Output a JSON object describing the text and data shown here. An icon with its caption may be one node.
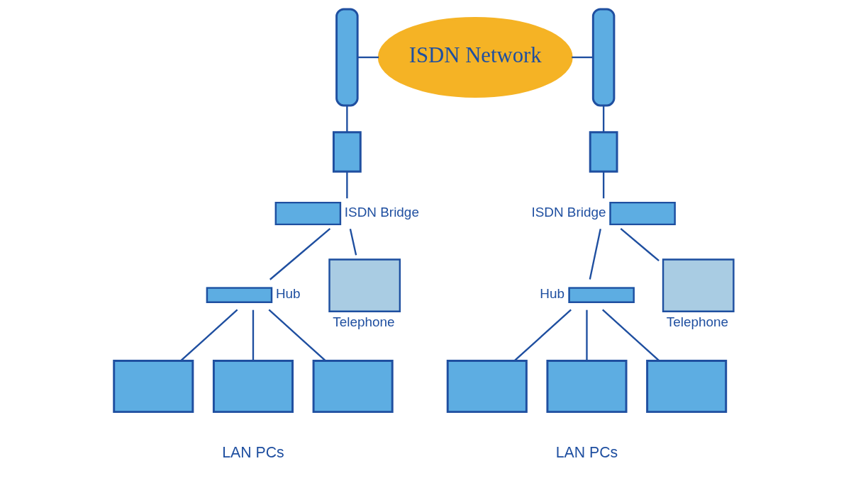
{
  "diagram": {
    "nodes": [
      {
        "text": [
          "ISDN Network"
        ]
      },
      {
        "text": [],
        "shape": "bar"
      },
      {
        "text": [],
        "shape": "bar"
      },
      {
        "text": [],
        "shape": "box"
      },
      {
        "text": [],
        "shape": "box"
      },
      {
        "text": [],
        "shape": "box",
        "beside": [
          "ISDN Bridge"
        ]
      },
      {
        "text": [],
        "shape": "box",
        "beside": [
          "Hub"
        ]
      },
      {
        "text": [],
        "shape": "box",
        "beside": [
          "Telephone"
        ]
      },
      {
        "text": [],
        "shape": "box"
      },
      {
        "text": [],
        "shape": "box"
      },
      {
        "text": [],
        "shape": "box"
      },
      {
        "text": [],
        "shape": "box",
        "beside": [
          "ISDN Bridge"
        ]
      },
      {
        "text": [],
        "shape": "box",
        "beside": [
          "Hub"
        ]
      },
      {
        "text": [],
        "shape": "box",
        "beside": [
          "Telephone"
        ]
      },
      {
        "text": [],
        "shape": "box"
      },
      {
        "text": [],
        "shape": "box"
      },
      {
        "text": [],
        "shape": "box"
      }
    ],
    "edges": [
      {
        "from": 1,
        "to": 0,
        "arrow": "none"
      },
      {
        "from": 0,
        "to": 2,
        "arrow": "none"
      },
      {
        "from": 1,
        "to": 3,
        "arrow": "none"
      },
      {
        "from": 2,
        "to": 4,
        "arrow": "none"
      },
      {
        "from": 3,
        "to": 5,
        "arrow": "none"
      },
      {
        "from": 5,
        "to": 6,
        "arrow": "none"
      },
      {
        "from": 5,
        "to": 7,
        "arrow": "none"
      },
      {
        "from": 6,
        "to": 8,
        "arrow": "none"
      },
      {
        "from": 6,
        "to": 9,
        "arrow": "none"
      },
      {
        "from": 6,
        "to": 10,
        "arrow": "none"
      },
      {
        "from": 4,
        "to": 11,
        "arrow": "none"
      },
      {
        "from": 11,
        "to": 12,
        "arrow": "none"
      },
      {
        "from": 11,
        "to": 13,
        "arrow": "none"
      },
      {
        "from": 12,
        "to": 14,
        "arrow": "none"
      },
      {
        "from": 12,
        "to": 15,
        "arrow": "none"
      },
      {
        "from": 12,
        "to": 16,
        "arrow": "none"
      }
    ],
    "labels": [
      "LAN PCs",
      "LAN PCs"
    ]
  }
}
